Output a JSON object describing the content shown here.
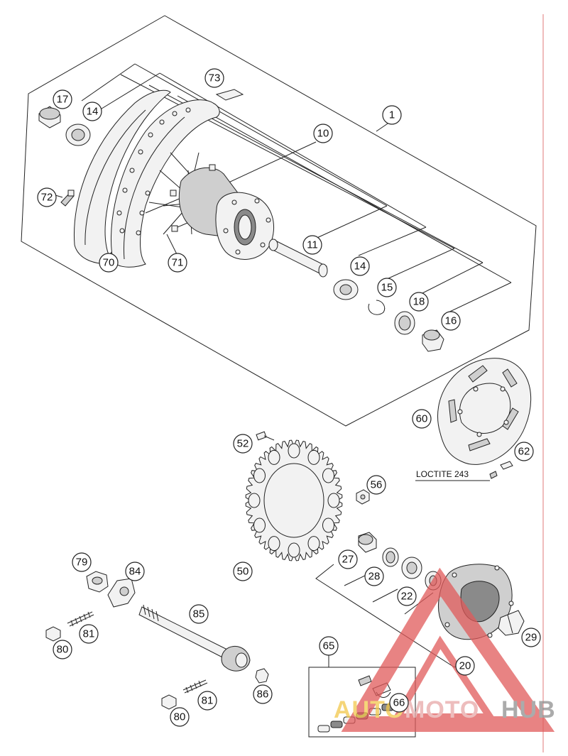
{
  "diagram": {
    "callouts": [
      {
        "id": "c1",
        "label": "1"
      },
      {
        "id": "c10",
        "label": "10"
      },
      {
        "id": "c11",
        "label": "11"
      },
      {
        "id": "c14a",
        "label": "14"
      },
      {
        "id": "c14b",
        "label": "14"
      },
      {
        "id": "c15",
        "label": "15"
      },
      {
        "id": "c16",
        "label": "16"
      },
      {
        "id": "c17",
        "label": "17"
      },
      {
        "id": "c18",
        "label": "18"
      },
      {
        "id": "c20",
        "label": "20"
      },
      {
        "id": "c22",
        "label": "22"
      },
      {
        "id": "c27",
        "label": "27"
      },
      {
        "id": "c28",
        "label": "28"
      },
      {
        "id": "c29",
        "label": "29"
      },
      {
        "id": "c50",
        "label": "50"
      },
      {
        "id": "c52",
        "label": "52"
      },
      {
        "id": "c56",
        "label": "56"
      },
      {
        "id": "c60",
        "label": "60"
      },
      {
        "id": "c62",
        "label": "62"
      },
      {
        "id": "c65",
        "label": "65"
      },
      {
        "id": "c66",
        "label": "66"
      },
      {
        "id": "c70",
        "label": "70"
      },
      {
        "id": "c71",
        "label": "71"
      },
      {
        "id": "c72",
        "label": "72"
      },
      {
        "id": "c73",
        "label": "73"
      },
      {
        "id": "c79",
        "label": "79"
      },
      {
        "id": "c80a",
        "label": "80"
      },
      {
        "id": "c80b",
        "label": "80"
      },
      {
        "id": "c81a",
        "label": "81"
      },
      {
        "id": "c81b",
        "label": "81"
      },
      {
        "id": "c84",
        "label": "84"
      },
      {
        "id": "c85",
        "label": "85"
      },
      {
        "id": "c86",
        "label": "86"
      }
    ],
    "note": "LOCTITE 243",
    "watermark": {
      "part1": "AUTO",
      "part2": "MOTO",
      "part3": "HUB",
      "color1": "#f2c84b",
      "color2": "#e8a7a7",
      "color3": "#8f8f8f",
      "triangle_color": "#e15a5a"
    }
  }
}
